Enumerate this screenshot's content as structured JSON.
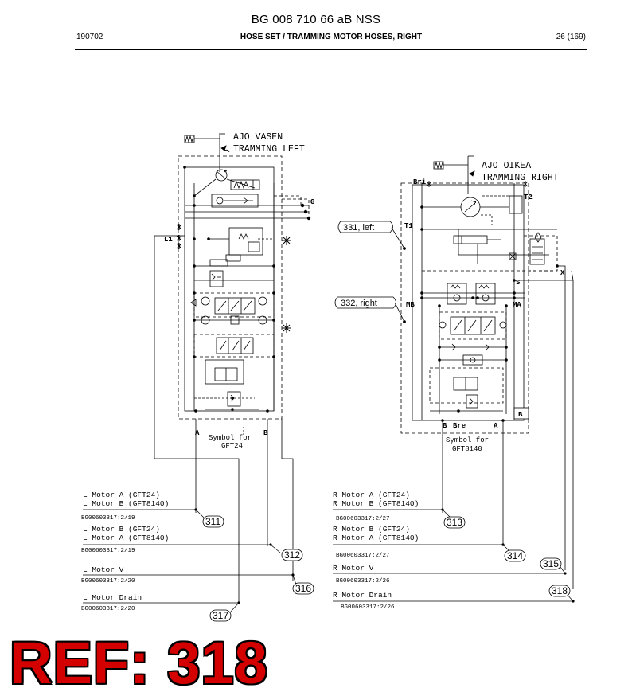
{
  "header": {
    "title": "BG 008 710 66 aB NSS",
    "date": "190702",
    "subtitle": "HOSE SET / TRAMMING MOTOR HOSES, RIGHT",
    "page": "26 (169)"
  },
  "left_block": {
    "title_fi": "AJO VASEN",
    "title_en": "TRAMMING LEFT",
    "port_g": "G",
    "port_l1": "L1",
    "port_a": "A",
    "port_b": "B",
    "symbol_line1": "Symbol for",
    "symbol_line2": "GFT24"
  },
  "right_block": {
    "title_fi": "AJO OIKEA",
    "title_en": "TRAMMING RIGHT",
    "port_bri": "Bri",
    "port_t2": "T2",
    "port_t1": "T1",
    "port_x": "X",
    "port_s": "S",
    "port_mb": "MB",
    "port_ma": "MA",
    "port_b": "B",
    "port_bre": "Bre",
    "port_a": "A",
    "box_b": "B",
    "symbol_line1": "Symbol for",
    "symbol_line2": "GFT8140",
    "callout_331": "331, left",
    "callout_332": "332, right"
  },
  "hoses_left": [
    {
      "line1": "L Motor A (GFT24)",
      "line2": "L Motor B (GFT8140)",
      "code": "BG00603317:2/19",
      "ref": "311"
    },
    {
      "line1": "L Motor B (GFT24)",
      "line2": "L Motor A (GFT8140)",
      "code": "BG00603317:2/19",
      "ref": "312"
    },
    {
      "line1": "L Motor V",
      "code": "BG00603317:2/20",
      "ref": "316"
    },
    {
      "line1": "L Motor Drain",
      "code": "BG00603317:2/20",
      "ref": "317"
    }
  ],
  "hoses_right": [
    {
      "line1": "R Motor A (GFT24)",
      "line2": "R Motor B (GFT8140)",
      "code": "BG00603317:2/27",
      "ref": "313"
    },
    {
      "line1": "R Motor B (GFT24)",
      "line2": "R Motor A (GFT8140)",
      "code": "BG00603317:2/27",
      "ref": "314"
    },
    {
      "line1": "R Motor V",
      "code": "BG00603317:2/26",
      "ref": "315"
    },
    {
      "line1": "R Motor Drain",
      "code": "BG00603317:2/26",
      "ref": "318"
    }
  ],
  "stamp": "REF: 318",
  "colors": {
    "ink": "#000000",
    "stamp_red": "#d40000"
  }
}
